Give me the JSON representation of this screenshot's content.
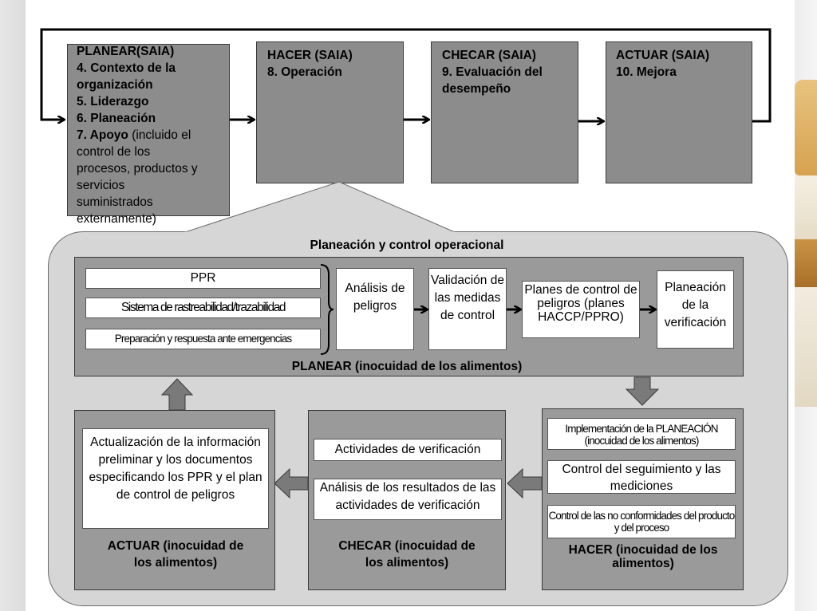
{
  "top_row": {
    "planear": {
      "title": "PLANEAR(SAIA)",
      "items": [
        "4. Contexto de la",
        "organización",
        "5. Liderazgo",
        "6. Planeación"
      ],
      "apoyo_bold": "7. Apoyo",
      "apoyo_rest": " (incluido el",
      "apoyo_lines": [
        "control de los",
        "procesos, productos y",
        "servicios",
        "suministrados",
        "externamente)"
      ]
    },
    "hacer": {
      "title": "HACER (SAIA)",
      "item": "8. Operación"
    },
    "checar": {
      "title": "CHECAR (SAIA)",
      "item": "9. Evaluación del desempeño"
    },
    "actuar": {
      "title": "ACTUAR (SAIA)",
      "item": "10. Mejora"
    }
  },
  "operational": {
    "title": "Planeación y control operacional",
    "planear_box": {
      "label": "PLANEAR (inocuidad de los alimentos)",
      "prereq": [
        "PPR",
        "Sistema de rastreabilidad/trazabilidad",
        "Preparación y respuesta ante emergencias"
      ],
      "steps": [
        "Análisis de peligros",
        "Validación de las medidas de control",
        "Planes de control de peligros (planes HACCP/PPRO)",
        "Planeación de la verificación"
      ]
    },
    "hacer_box": {
      "label": "HACER (inocuidad de los alimentos)",
      "items": [
        "Implementación de la PLANEACIÓN (inocuidad de los alimentos)",
        "Control del seguimiento y las mediciones",
        "Control de las no conformidades del producto y del proceso"
      ]
    },
    "checar_box": {
      "label": "CHECAR (inocuidad de los alimentos)",
      "items": [
        "Actividades de verificación",
        "Análisis de los resultados de las actividades de verificación"
      ]
    },
    "actuar_box": {
      "label": "ACTUAR (inocuidad de los alimentos)",
      "items": [
        "Actualización de la información preliminar y los documentos especificando los PPR y el plan de control de peligros"
      ]
    }
  },
  "colors": {
    "dark_box": "#8c8c8c",
    "panel": "#d6d6d6",
    "arrow": "#7a7a7a"
  }
}
